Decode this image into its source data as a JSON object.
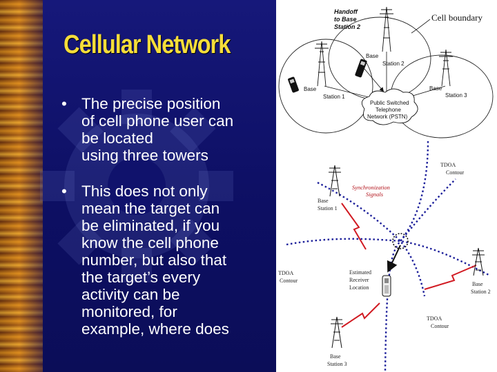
{
  "slide": {
    "title": "Cellular Network",
    "bullet_symbol": "•",
    "bullets": [
      {
        "lines": [
          "The precise position",
          "of cell phone user can",
          "be located",
          "using three towers"
        ]
      },
      {
        "lines": [
          "This does not only",
          "mean the target can",
          "be  eliminated, if you",
          "know the cell phone",
          "number, but also that",
          "the target’s every",
          "activity can be",
          "monitored, for",
          "example, where does"
        ]
      }
    ]
  },
  "top_diagram": {
    "handoff_lines": [
      "Handoff",
      "to Base",
      "Station 2"
    ],
    "cell_boundary": "Cell boundary",
    "base_station_2": [
      "Base",
      "Station 2"
    ],
    "base_station_1": [
      "Base",
      "Station 1"
    ],
    "base_station_3": [
      "Base",
      "Station 3"
    ],
    "pstn_lines": [
      "Public Switched",
      "Telephone",
      "Network (PSTN)"
    ]
  },
  "bottom_diagram": {
    "contour_top_right": [
      "TDOA",
      "Contour"
    ],
    "contour_left": [
      "TDOA",
      "Contour"
    ],
    "contour_bottom": [
      "TDOA",
      "Contour"
    ],
    "sync_signals": [
      "Synchronization",
      "Signals"
    ],
    "base_station_1": [
      "Base",
      "Station 1"
    ],
    "base_station_2": [
      "Base",
      "Station 2"
    ],
    "base_station_3": [
      "Base",
      "Station 3"
    ],
    "estimated_location": [
      "Estimated",
      "Receiver",
      "Location"
    ]
  },
  "colors": {
    "panel_blue": "#12147a",
    "title_yellow": "#f5dd3a",
    "bullet_text": "#ffffff",
    "signal_red": "#d11a22",
    "contour_blue": "#1c1f9a"
  }
}
